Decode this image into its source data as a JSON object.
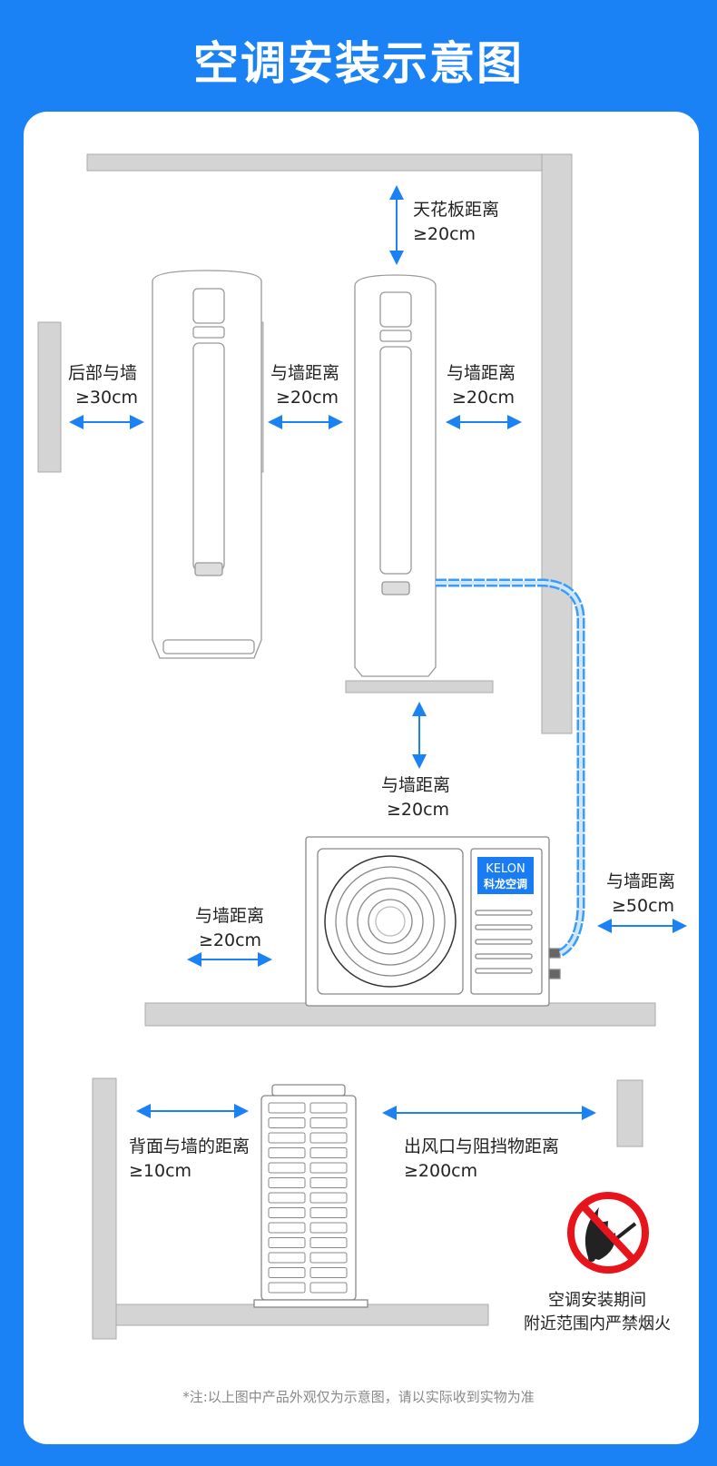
{
  "title": "空调安装示意图",
  "labels": {
    "ceiling": {
      "name": "天花板距离",
      "value": "≥20cm"
    },
    "back_wall": {
      "name": "后部与墙",
      "value": "≥30cm"
    },
    "side_left": {
      "name": "与墙距离",
      "value": "≥20cm"
    },
    "side_right": {
      "name": "与墙距离",
      "value": "≥20cm"
    },
    "below_shelf": {
      "name": "与墙距离",
      "value": "≥20cm"
    },
    "outdoor_right": {
      "name": "与墙距离",
      "value": "≥50cm"
    },
    "outdoor_left": {
      "name": "与墙距离",
      "value": "≥20cm"
    },
    "outdoor_back": {
      "name": "背面与墙的距离",
      "value": "≥10cm"
    },
    "outdoor_front": {
      "name": "出风口与阻挡物距离",
      "value": "≥200cm"
    }
  },
  "brand": {
    "en": "KELON",
    "cn": "科龙空调",
    "color": "#1a7cf2"
  },
  "warning": {
    "line1": "空调安装期间",
    "line2": "附近范围内严禁烟火",
    "icon": "no-fire-icon"
  },
  "note": "*注:以上图中产品外观仅为示意图，请以实际收到实物为准",
  "colors": {
    "background": "#1a82f5",
    "arrow": "#1a82f5",
    "pipe": "#3a9cf5",
    "warning": "#e8141b"
  }
}
